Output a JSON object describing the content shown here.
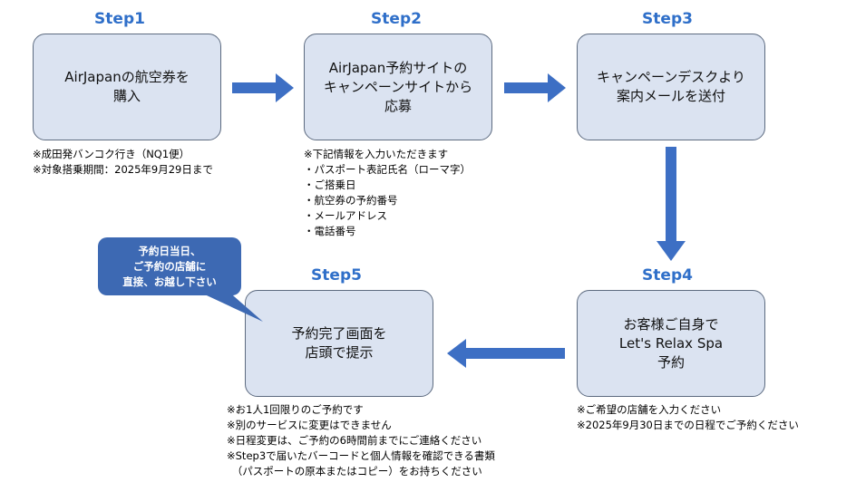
{
  "steps": [
    {
      "title": "Step1",
      "lines": [
        "AirJapanの航空券を",
        "購入"
      ]
    },
    {
      "title": "Step2",
      "lines": [
        "AirJapan予約サイトの",
        "キャンペーンサイトから",
        "応募"
      ]
    },
    {
      "title": "Step3",
      "lines": [
        "キャンペーンデスクより",
        "案内メールを送付"
      ]
    },
    {
      "title": "Step4",
      "lines": [
        "お客様ご自身で",
        "Let's Relax Spa",
        "予約"
      ]
    },
    {
      "title": "Step5",
      "lines": [
        "予約完了画面を",
        "店頭で提示"
      ]
    }
  ],
  "notes": {
    "step1": [
      "※成田発バンコク行き（NQ1便）",
      "※対象搭乗期間：2025年9月29日まで"
    ],
    "step2": [
      "※下記情報を入力いただきます",
      "・パスポート表記氏名（ローマ字）",
      "・ご搭乗日",
      "・航空券の予約番号",
      "・メールアドレス",
      "・電話番号"
    ],
    "step4": [
      "※ご希望の店舗を入力ください",
      "※2025年9月30日までの日程でご予約ください"
    ],
    "step5": [
      "※お1人1回限りのご予約です",
      "※別のサービスに変更はできません",
      "※日程変更は、ご予約の6時間前までにご連絡ください",
      "※Step3で届いたバーコードと個人情報を確認できる書類",
      "　（パスポートの原本またはコピー）をお持ちください"
    ]
  },
  "callout": {
    "lines": [
      "予約日当日、",
      "ご予約の店舗に",
      "直接、お越し下さい"
    ]
  },
  "colors": {
    "accent": "#2f6fc9",
    "box_fill": "#dbe3f1",
    "arrow": "#3d6fc4",
    "callout_fill": "#3d69b3"
  }
}
